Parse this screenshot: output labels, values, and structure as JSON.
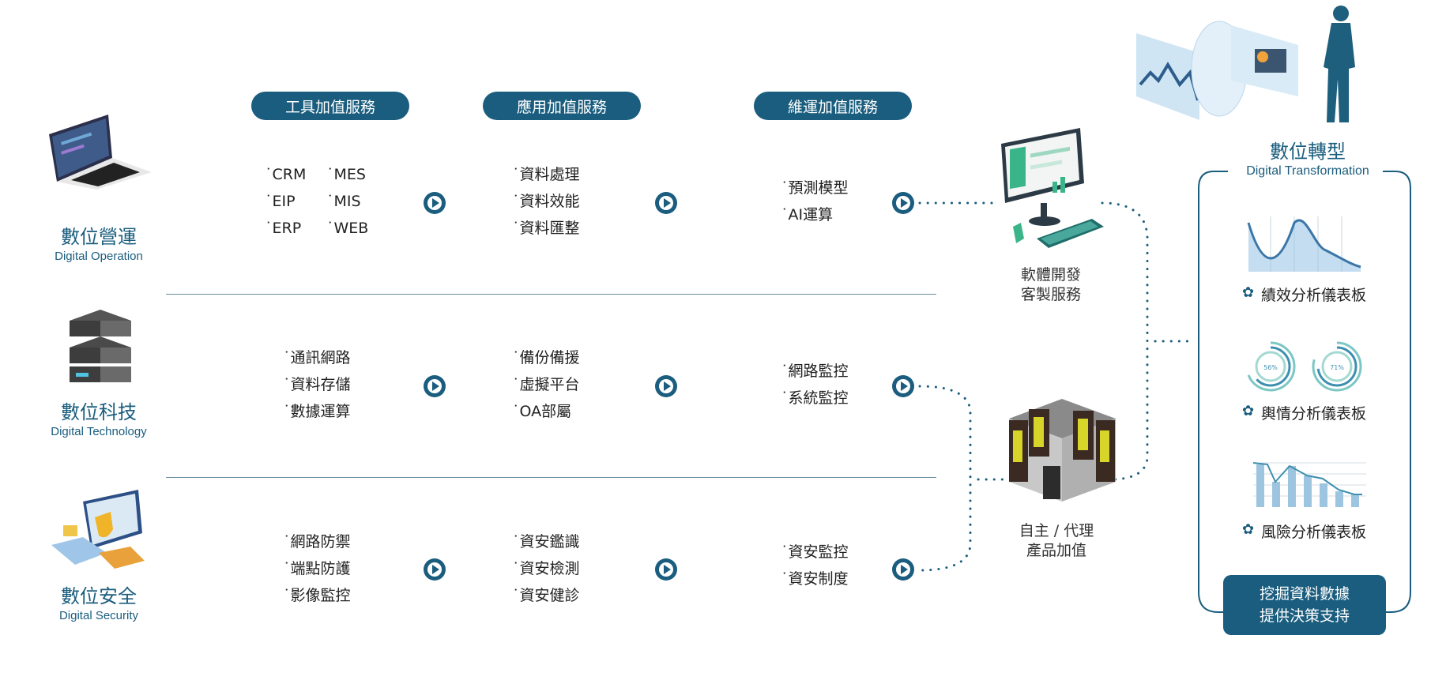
{
  "headers": [
    "工具加值服務",
    "應用加值服務",
    "維運加值服務"
  ],
  "categories": [
    {
      "zh": "數位營運",
      "en": "Digital Operation"
    },
    {
      "zh": "數位科技",
      "en": "Digital Technology"
    },
    {
      "zh": "數位安全",
      "en": "Digital Security"
    }
  ],
  "rows": [
    {
      "c1a": [
        "CRM",
        "EIP",
        "ERP"
      ],
      "c1b": [
        "MES",
        "MIS",
        "WEB"
      ],
      "c2": [
        "資料處理",
        "資料效能",
        "資料匯整"
      ],
      "c3": [
        "預測模型",
        "AI運算"
      ]
    },
    {
      "c1": [
        "通訊網路",
        "資料存儲",
        "數據運算"
      ],
      "c2": [
        "備份備援",
        "虛擬平台",
        "OA部屬"
      ],
      "c3": [
        "網路監控",
        "系統監控"
      ]
    },
    {
      "c1": [
        "網路防禦",
        "端點防護",
        "影像監控"
      ],
      "c2": [
        "資安鑑識",
        "資安檢測",
        "資安健診"
      ],
      "c3": [
        "資安監控",
        "資安制度"
      ]
    }
  ],
  "software": {
    "line1": "軟體開發",
    "line2": "客製服務"
  },
  "product": {
    "line1": "自主 / 代理",
    "line2": "產品加值"
  },
  "dt": {
    "zh": "數位轉型",
    "en": "Digital Transformation",
    "dashboards": [
      "績效分析儀表板",
      "輿情分析儀表板",
      "風險分析儀表板"
    ],
    "gauges": [
      "56%",
      "71%"
    ],
    "footer1": "挖掘資料數據",
    "footer2": "提供決策支持"
  },
  "colors": {
    "accent": "#1a5d7e",
    "light": "#5aa9c9"
  }
}
